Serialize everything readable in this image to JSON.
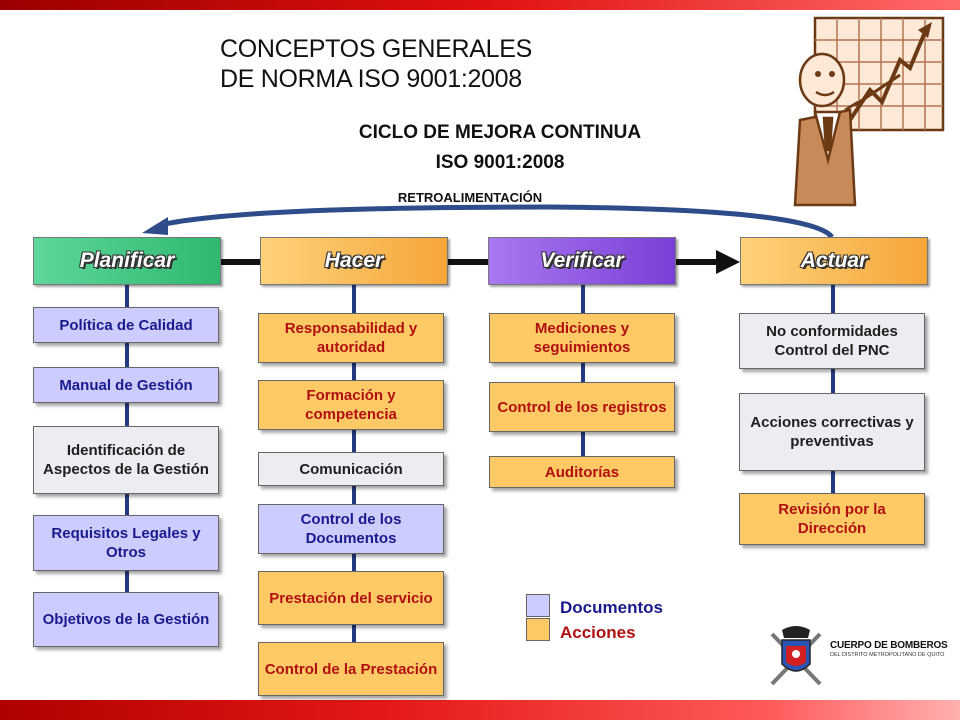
{
  "title": {
    "line1": "CONCEPTOS GENERALES",
    "line2": "DE NORMA ISO 9001:2008"
  },
  "subtitle": {
    "line1": "CICLO DE MEJORA CONTINUA",
    "line2": "ISO 9001:2008"
  },
  "feedback_label": "RETROALIMENTACIÓN",
  "phases": [
    {
      "label": "Planificar",
      "color": "#2fb870"
    },
    {
      "label": "Hacer",
      "color": "#f5a63a"
    },
    {
      "label": "Verificar",
      "color": "#8a4fe0"
    },
    {
      "label": "Actuar",
      "color": "#f5a63a"
    }
  ],
  "columns": {
    "planificar": [
      {
        "text": "Política de Calidad",
        "kind": "documento"
      },
      {
        "text": "Manual de Gestión",
        "kind": "documento"
      },
      {
        "text": "Identificación de Aspectos de la Gestión",
        "kind": "neutral"
      },
      {
        "text": "Requisitos Legales y Otros",
        "kind": "documento"
      },
      {
        "text": "Objetivos de la Gestión",
        "kind": "documento"
      }
    ],
    "hacer": [
      {
        "text": "Responsabilidad y autoridad",
        "kind": "accion"
      },
      {
        "text": "Formación y competencia",
        "kind": "accion"
      },
      {
        "text": "Comunicación",
        "kind": "neutral"
      },
      {
        "text": "Control de los Documentos",
        "kind": "documento"
      },
      {
        "text": "Prestación del servicio",
        "kind": "accion"
      },
      {
        "text": "Control de la Prestación",
        "kind": "accion"
      }
    ],
    "verificar": [
      {
        "text": "Mediciones y seguimientos",
        "kind": "accion"
      },
      {
        "text": "Control de los registros",
        "kind": "accion"
      },
      {
        "text": "Auditorías",
        "kind": "accion"
      }
    ],
    "actuar": [
      {
        "text": "No conformidades Control del PNC",
        "kind": "neutral"
      },
      {
        "text": "Acciones correctivas y preventivas",
        "kind": "neutral"
      },
      {
        "text": "Revisión por la Dirección",
        "kind": "accion"
      }
    ]
  },
  "legend": [
    {
      "label": "Documentos",
      "color": "#ccccff"
    },
    {
      "label": "Acciones",
      "color": "#ffc966"
    }
  ],
  "logo": {
    "line1": "CUERPO DE BOMBEROS",
    "line2": "DEL DISTRITO METROPOLITANO DE QUITO"
  },
  "colors": {
    "connector": "#243a80",
    "documentos_text": "#1a1a8c",
    "acciones_text": "#b01010"
  }
}
